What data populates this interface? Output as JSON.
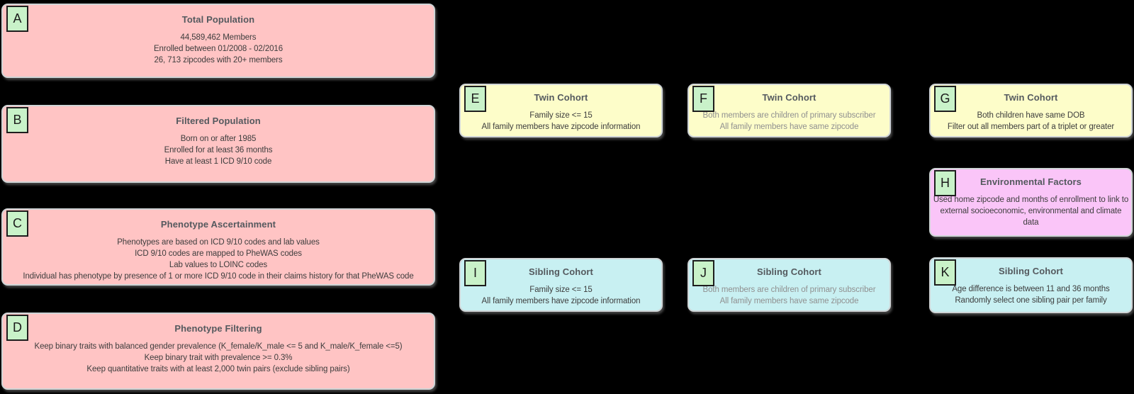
{
  "diagram": {
    "background": "#000000",
    "palette": {
      "population_box": "#ffc4c4",
      "twin_cohort_box": "#fdfdc9",
      "sibling_cohort_box": "#c8f0f2",
      "environment_box": "#fac5f8",
      "label_badge": "#c9f2c9",
      "title_text": "#54595e",
      "body_text": "#3d3d3d",
      "muted_body_text": "#909090"
    },
    "boxes": [
      {
        "letter": "A",
        "title": "Total Population",
        "variant": "population",
        "muted": false,
        "lines": [
          "44,589,462 Members",
          "Enrolled between 01/2008 - 02/2016",
          "26, 713 zipcodes with 20+ members"
        ]
      },
      {
        "letter": "B",
        "title": "Filtered Population",
        "variant": "population",
        "muted": false,
        "lines": [
          "Born on or after 1985",
          "Enrolled for at least 36 months",
          "Have at least 1 ICD 9/10 code"
        ]
      },
      {
        "letter": "C",
        "title": "Phenotype Ascertainment",
        "variant": "population",
        "muted": false,
        "lines": [
          "Phenotypes are based on ICD 9/10 codes and lab values",
          "ICD 9/10 codes are mapped to PheWAS codes",
          "Lab values to LOINC codes",
          "Individual has phenotype by presence of 1 or more ICD 9/10 code in their claims history for that PheWAS code"
        ]
      },
      {
        "letter": "D",
        "title": "Phenotype Filtering",
        "variant": "population",
        "muted": false,
        "lines": [
          "Keep binary traits with balanced gender prevalence (K_female/K_male <= 5 and K_male/K_female <=5)",
          "Keep binary trait with prevalence >= 0.3%",
          "Keep quantitative traits with at least 2,000 twin pairs (exclude sibling pairs)"
        ]
      },
      {
        "letter": "E",
        "title": "Twin Cohort",
        "variant": "twin",
        "muted": false,
        "lines": [
          "Family size <= 15",
          "All family members have zipcode information"
        ]
      },
      {
        "letter": "F",
        "title": "Twin Cohort",
        "variant": "twin",
        "muted": true,
        "lines": [
          "Both members are children of primary subscriber",
          "All family members have same zipcode"
        ]
      },
      {
        "letter": "G",
        "title": "Twin Cohort",
        "variant": "twin",
        "muted": false,
        "lines": [
          "Both children have same DOB",
          "Filter out all members part of a triplet or greater"
        ]
      },
      {
        "letter": "H",
        "title": "Environmental Factors",
        "variant": "environment",
        "muted": false,
        "lines": [
          "Used home zipcode and months of enrollment to link to external socioeconomic, environmental and climate data"
        ]
      },
      {
        "letter": "I",
        "title": "Sibling Cohort",
        "variant": "sibling",
        "muted": false,
        "lines": [
          "Family size <= 15",
          "All family members have zipcode information"
        ]
      },
      {
        "letter": "J",
        "title": "Sibling Cohort",
        "variant": "sibling",
        "muted": true,
        "lines": [
          "Both members are children of primary subscriber",
          "All family members have same zipcode"
        ]
      },
      {
        "letter": "K",
        "title": "Sibling Cohort",
        "variant": "sibling",
        "muted": false,
        "lines": [
          "Age difference is between 11 and 36 months",
          "Randomly select one sibling pair per family"
        ]
      }
    ]
  }
}
